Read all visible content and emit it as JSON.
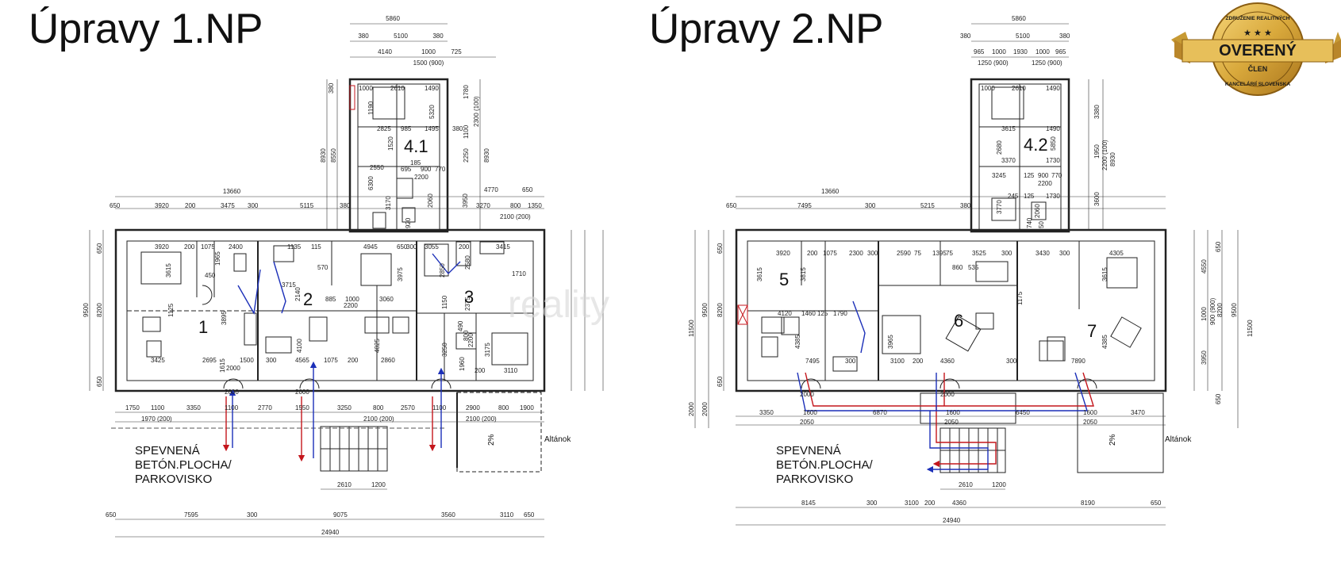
{
  "titles": {
    "floor1": "Úpravy 1.NP",
    "floor2": "Úpravy 2.NP"
  },
  "rooms": {
    "r1": "1",
    "r2": "2",
    "r3": "3",
    "r41": "4.1",
    "r42": "4.2",
    "r5": "5",
    "r6": "6",
    "r7": "7"
  },
  "notes": {
    "parking1": [
      "SPEVNENÁ",
      "BETÓN.PLOCHA/",
      "PARKOVISKO"
    ],
    "parking2": [
      "SPEVNENÁ",
      "BETÓN.PLOCHA/",
      "PARKOVISKO"
    ],
    "altanok1": "Altánok",
    "altanok2": "Altánok",
    "pct1": "2%",
    "pct2": "2%"
  },
  "watermark": "reality",
  "badge": {
    "top": "ZDRUŽENIE REALITNÝCH",
    "main": "OVERENÝ",
    "sub": "ČLEN",
    "bottom": "KANCELÁRIÍ SLOVENSKA"
  },
  "dims1": {
    "top1": "5860",
    "top2a": "380",
    "top2b": "5100",
    "top2c": "380",
    "top3a": "4140",
    "top3b": "1000",
    "top3c": "725",
    "top4": "1500 (900)",
    "total": "13660",
    "row1": [
      "650",
      "3920",
      "200",
      "3475",
      "300",
      "5115",
      "380"
    ],
    "right1": [
      "4770",
      "650"
    ],
    "right2": [
      "3270",
      "800",
      "1350"
    ],
    "right3": "2100 (200)",
    "left": [
      "650",
      "8200",
      "9500",
      "650"
    ],
    "bottom1": [
      "1750",
      "1100",
      "3350",
      "1100",
      "2770",
      "1550",
      "3250",
      "800",
      "2570",
      "1100",
      "2900",
      "800",
      "1900"
    ],
    "bottom2": [
      "1970 (200)",
      "2100 (200)",
      "2100 (200)"
    ],
    "bottom3": [
      "2610",
      "1200"
    ],
    "bottom4": [
      "650",
      "7595",
      "300",
      "9075",
      "3560",
      "3110",
      "650"
    ],
    "grand": "24940",
    "interior": [
      "3920",
      "200",
      "1075",
      "2400",
      "1965",
      "3615",
      "1135",
      "115",
      "4945",
      "650",
      "3975",
      "3060",
      "2200",
      "885",
      "1000",
      "3715",
      "2140",
      "570",
      "300",
      "3055",
      "200",
      "3415",
      "2850",
      "2580",
      "1710",
      "1125",
      "3895",
      "450",
      "1500",
      "2695",
      "3425",
      "1615",
      "2000",
      "4565",
      "300",
      "1075",
      "200",
      "2860",
      "4025",
      "4100",
      "3250",
      "1960",
      "2200",
      "3175",
      "3110",
      "1150",
      "490",
      "800",
      "2375",
      "2000",
      "2000",
      "200"
    ],
    "tower": [
      "1000",
      "2610",
      "1490",
      "5320",
      "2825",
      "985",
      "1495",
      "380",
      "1520",
      "2550",
      "185",
      "695",
      "900",
      "770",
      "2200",
      "6300",
      "3170",
      "3950",
      "920",
      "2060",
      "1780",
      "8550",
      "8930",
      "1100",
      "1190",
      "2250",
      "2300 (100)",
      "8930",
      "380"
    ]
  },
  "dims2": {
    "top1": "5860",
    "top2a": "380",
    "top2b": "5100",
    "top2c": "380",
    "top3": [
      "965",
      "1000",
      "1930",
      "1000",
      "965"
    ],
    "top4": [
      "1250 (900)",
      "1250 (900)"
    ],
    "total": "13660",
    "row1": [
      "650",
      "7495",
      "300",
      "5215",
      "380"
    ],
    "left": [
      "650",
      "9500",
      "8200",
      "11500",
      "650",
      "2000",
      "2000"
    ],
    "right": [
      "4550",
      "650",
      "1000",
      "900 (900)",
      "8200",
      "9500",
      "11500",
      "3950",
      "650"
    ],
    "bottom1": [
      "3350",
      "1600",
      "6870",
      "1600",
      "6450",
      "1600",
      "3470"
    ],
    "bottom2": [
      "2050",
      "2050",
      "2050"
    ],
    "bottom3": [
      "2610",
      "1200"
    ],
    "bottom4": [
      "8145",
      "300",
      "3100",
      "200",
      "4360",
      "8190",
      "650"
    ],
    "grand": "24940",
    "interior": [
      "3920",
      "200",
      "1075",
      "2300",
      "300",
      "2590",
      "75",
      "1395",
      "75",
      "3525",
      "300",
      "3430",
      "300",
      "4305",
      "3615",
      "3815",
      "860",
      "535",
      "4120",
      "1460",
      "1790",
      "125",
      "4385",
      "7495",
      "300",
      "3100",
      "200",
      "4360",
      "300",
      "7890",
      "3965",
      "4385",
      "1175",
      "3615",
      "2000",
      "2000"
    ],
    "tower": [
      "1000",
      "2610",
      "1490",
      "3380",
      "3615",
      "1490",
      "2680",
      "5850",
      "3370",
      "1730",
      "3245",
      "125",
      "900",
      "770",
      "2200",
      "1730",
      "3770",
      "245",
      "125",
      "2060",
      "1950",
      "2200 (100)",
      "8930",
      "3600",
      "740",
      "50"
    ]
  }
}
